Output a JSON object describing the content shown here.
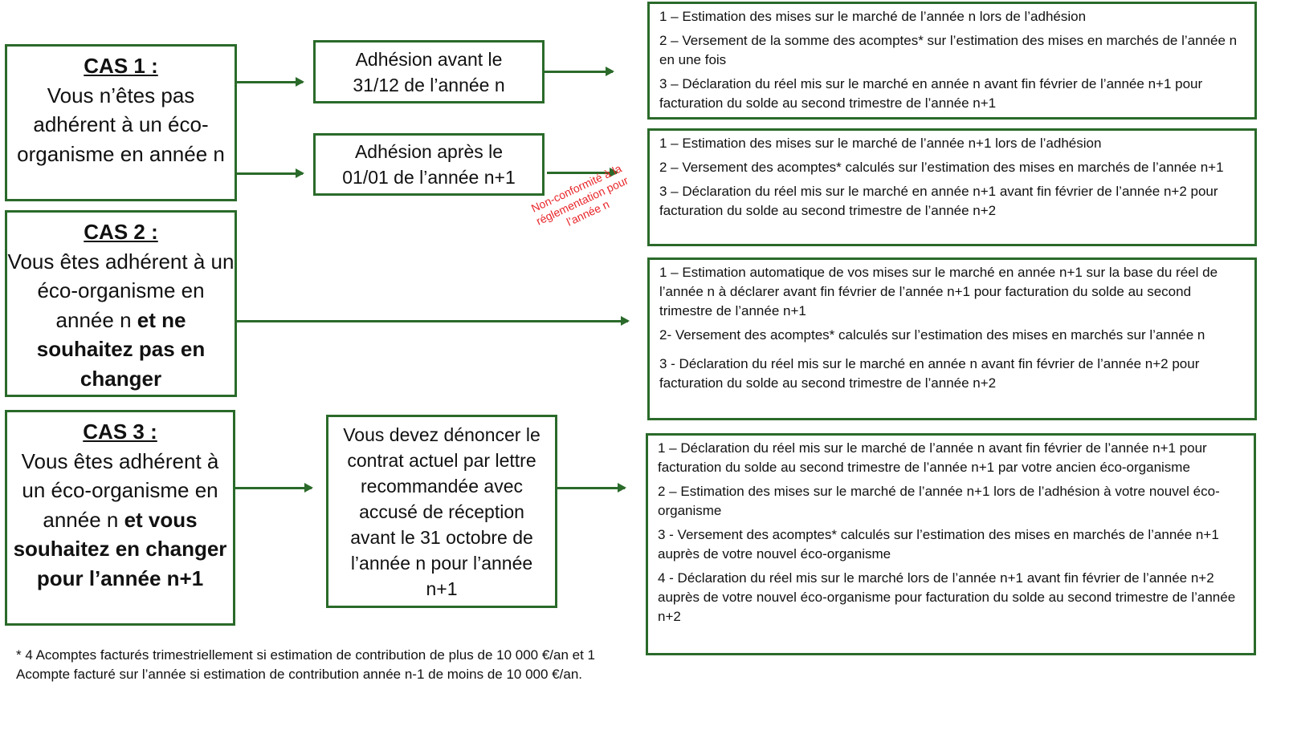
{
  "cases": [
    {
      "title": "CAS 1 :",
      "text": "Vous n’êtes pas adhérent à un éco-organisme en année n",
      "bold": ""
    },
    {
      "title": "CAS 2 :",
      "text": "Vous êtes adhérent à un éco-organisme en année n ",
      "bold": "et ne souhaitez pas en changer"
    },
    {
      "title": "CAS 3 :",
      "text": "Vous êtes adhérent à un éco-organisme en année n ",
      "bold": "et vous souhaitez en changer pour l’année n+1"
    }
  ],
  "middle": {
    "before": "Adhésion avant le 31/12 de l’année n",
    "after": "Adhésion après le 01/01 de l’année n+1",
    "denounce": "Vous devez dénoncer le contrat actuel par lettre recommandée avec accusé de réception avant le 31 octobre de l’année n pour l’année n+1"
  },
  "warning": "Non-conformité à la réglementation pour l’année n",
  "steps": [
    [
      "1 – Estimation des mises sur le marché de l’année n lors de l’adhésion",
      "2 – Versement de la somme des acomptes* sur l’estimation des mises en marchés de l’année n en une fois",
      "3 – Déclaration du réel mis sur le marché en année n avant fin février de l’année n+1 pour facturation du solde au second trimestre de l’année n+1"
    ],
    [
      "1 – Estimation des mises sur le marché de l’année n+1 lors de l’adhésion",
      "2 – Versement des acomptes* calculés sur l’estimation des mises en marchés de l’année n+1",
      "3 – Déclaration du réel mis sur le marché en année n+1 avant fin février de l’année n+2 pour facturation du solde au second trimestre de l’année n+2"
    ],
    [
      "1 – Estimation automatique de vos mises sur le marché en année n+1 sur la base du réel de l’année n à déclarer avant fin février de l’année n+1 pour facturation du solde au second trimestre de l’année n+1",
      "2- Versement des acomptes* calculés sur l’estimation des mises en marchés sur l’année n",
      "3 - Déclaration du réel mis sur le marché en année n avant fin février de l’année n+2 pour facturation du solde au second trimestre de l’année n+2"
    ],
    [
      "1 – Déclaration du réel mis sur le marché de l’année n avant fin février de l’année n+1 pour facturation du solde au second trimestre de l’année n+1 par votre ancien éco-organisme",
      "2 – Estimation des mises sur le marché de l’année n+1 lors de l’adhésion à votre nouvel éco-organisme",
      "3 - Versement des acomptes* calculés sur l’estimation des mises en marchés de l’année n+1 auprès de votre nouvel éco-organisme",
      "4 - Déclaration du réel mis sur le marché lors de l’année n+1 avant fin février de l’année n+2 auprès de votre nouvel éco-organisme pour facturation du solde au second trimestre de l’année n+2"
    ]
  ],
  "footnote": "* 4 Acomptes facturés trimestriellement si estimation de contribution de plus de 10 000 €/an et 1 Acompte facturé sur l’année si estimation de contribution année n-1 de moins de 10 000 €/an."
}
